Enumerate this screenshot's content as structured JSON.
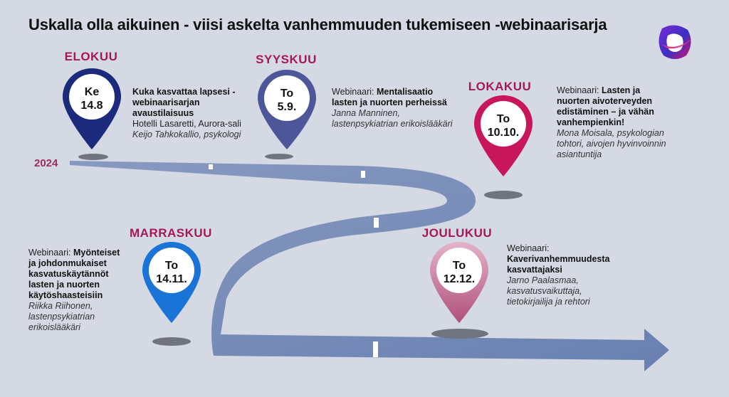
{
  "header": {
    "title": "Uskalla olla aikuinen - viisi askelta vanhemmuuden tukemiseen -webinaarisarja"
  },
  "timeline": {
    "year": "2024"
  },
  "events": {
    "elokuu": {
      "month": "ELOKUU",
      "day": "Ke",
      "date": "14.8",
      "title_line1": "Kuka kasvattaa lapsesi -",
      "title_line2": "webinaarisarjan",
      "title_line3": "avaustilaisuus",
      "location": "Hotelli Lasaretti, Aurora-sali",
      "speaker": "Keijo Tahkokallio, psykologi"
    },
    "syyskuu": {
      "month": "SYYSKUU",
      "day": "To",
      "date": "5.9.",
      "type_label": "Webinaari: ",
      "title_line1": "Mentalisaatio",
      "title_line2": "lasten ja nuorten perheissä",
      "speaker_line1": "Janna Manninen,",
      "speaker_line2": "lastenpsykiatrian erikoislääkäri"
    },
    "lokakuu": {
      "month": "LOKAKUU",
      "day": "To",
      "date": "10.10.",
      "type_label": "Webinaari: ",
      "title_line1": "Lasten ja",
      "title_line2": "nuorten aivoterveyden",
      "title_line3": "edistäminen – ja vähän",
      "title_line4": "vanhempienkin!",
      "speaker_line1": "Mona Moisala, psykologian",
      "speaker_line2": "tohtori, aivojen hyvinvoinnin",
      "speaker_line3": "asiantuntija"
    },
    "marraskuu": {
      "month": "MARRASKUU",
      "day": "To",
      "date": "14.11.",
      "type_label": "Webinaari: ",
      "title_line1": "Myönteiset",
      "title_line2": "ja johdonmukaiset",
      "title_line3": "kasvatuskäytännöt",
      "title_line4": "lasten ja nuorten",
      "title_line5": "käytöshaasteisiin",
      "speaker_line1": "Riikka Riihonen,",
      "speaker_line2": "lastenpsykiatrian",
      "speaker_line3": "erikoislääkäri"
    },
    "joulukuu": {
      "month": "JOULUKUU",
      "day": "To",
      "date": "12.12.",
      "type_label": "Webinaari:",
      "title_line1": "Kaverivanhemmuudesta",
      "title_line2": "kasvattajaksi",
      "speaker_line1": "Jarno Paalasmaa,",
      "speaker_line2": "kasvatusvaikuttaja,",
      "speaker_line3": "tietokirjailija ja rehtori"
    }
  },
  "colors": {
    "elokuu": "#1b2a7a",
    "syyskuu": "#4c5698",
    "lokakuu": "#c8165a",
    "marraskuu": "#1a73d6",
    "joulukuu": "#c98aa8",
    "month_text": "#a4185a",
    "road": "#6f86b4"
  }
}
